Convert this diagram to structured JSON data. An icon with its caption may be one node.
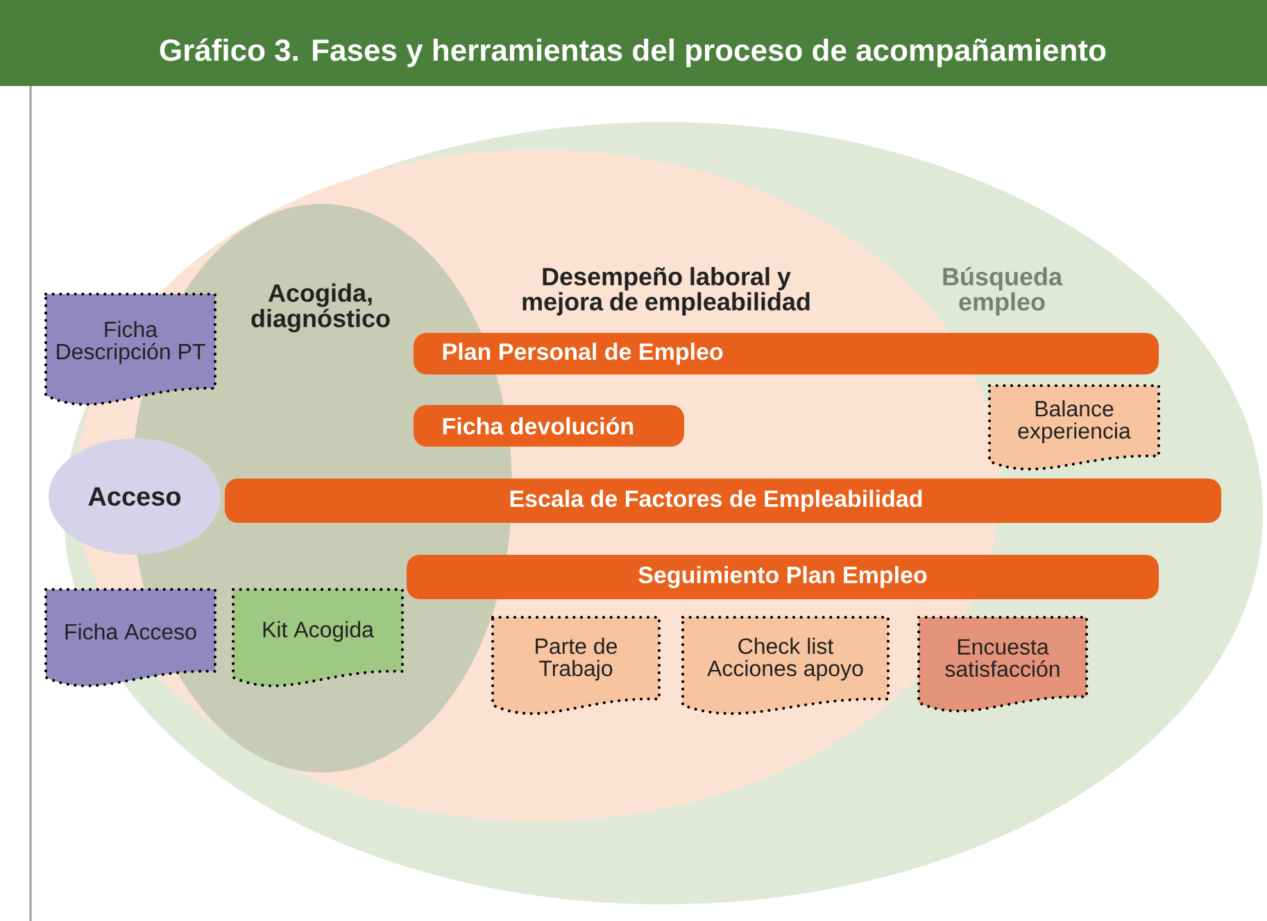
{
  "diagram": {
    "title": "Gráfico 3. Fases y herramientas del proceso de acompañamiento",
    "nodes": [
      {
        "text": [
          "Búsqueda empleo"
        ]
      },
      {
        "text": [
          "Desempeño laboral y mejora de empleabilidad"
        ],
        "in": 0
      },
      {
        "text": [
          "Acogida, diagnóstico"
        ],
        "in": 1
      },
      {
        "text": [
          "Ficha Descripción PT"
        ]
      },
      {
        "text": [
          "Plan Personal de Empleo"
        ],
        "in": 0
      },
      {
        "text": [
          "Ficha devolución"
        ],
        "in": 1
      },
      {
        "text": [
          "Balance experiencia"
        ],
        "in": 0
      },
      {
        "text": [
          "Acceso"
        ]
      },
      {
        "text": [
          "Escala de Factores de Empleabilidad"
        ],
        "in": 0
      },
      {
        "text": [
          "Seguimiento Plan Empleo"
        ],
        "in": 0
      },
      {
        "text": [
          "Ficha Acceso"
        ]
      },
      {
        "text": [
          "Kit Acogida"
        ],
        "in": 2
      },
      {
        "text": [
          "Parte de Trabajo"
        ],
        "in": 1
      },
      {
        "text": [
          "Check list Acciones apoyo"
        ],
        "in": 1
      },
      {
        "text": [
          "Encuesta satisfacción"
        ],
        "in": 0
      }
    ]
  }
}
